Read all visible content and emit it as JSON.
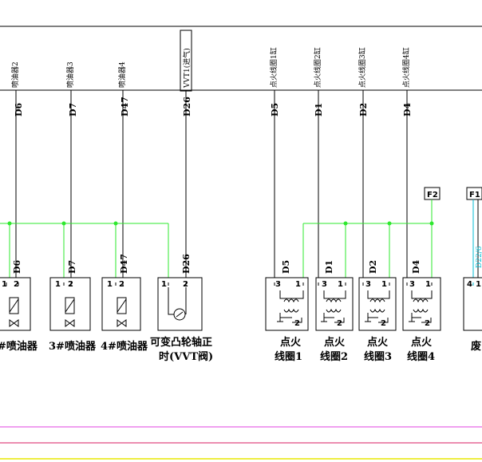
{
  "top_labels": {
    "inj2": "喷油器2",
    "inj3": "喷油器3",
    "inj4": "喷油器4",
    "vvt": "VVT1(进气)",
    "ign1": "点火线圈1缸",
    "ign2": "点火线圈2缸",
    "ign3": "点火线圈3缸",
    "ign4": "点火线圈4缸"
  },
  "wires": {
    "d6": "D6",
    "d7": "D7",
    "d47": "D47",
    "d26": "D26",
    "d5": "D5",
    "d1": "D1",
    "d2": "D2",
    "d4": "D4",
    "f2": "F2",
    "f1": "F1",
    "d22": "D22/6"
  },
  "pins": {
    "p1": "1",
    "p2": "2",
    "p3": "3",
    "p4": "4"
  },
  "components": {
    "inj2": "#喷油器",
    "inj3": "3#喷油器",
    "inj4": "4#喷油器",
    "vvt_line1": "可变凸轮轴正",
    "vvt_line2": "时(VVT阀)",
    "coil_top": "点火",
    "coil1": "线圈1",
    "coil2": "线圈2",
    "coil3": "线圈3",
    "coil4": "线圈4",
    "partial": "废"
  },
  "colors": {
    "wire_black": "#000000",
    "wire_green": "#2ee82e",
    "wire_cyan": "#00bcd4",
    "bus_magenta": "#e040e0",
    "bus_red": "#d81b60",
    "bus_yellow": "#e8e800"
  }
}
